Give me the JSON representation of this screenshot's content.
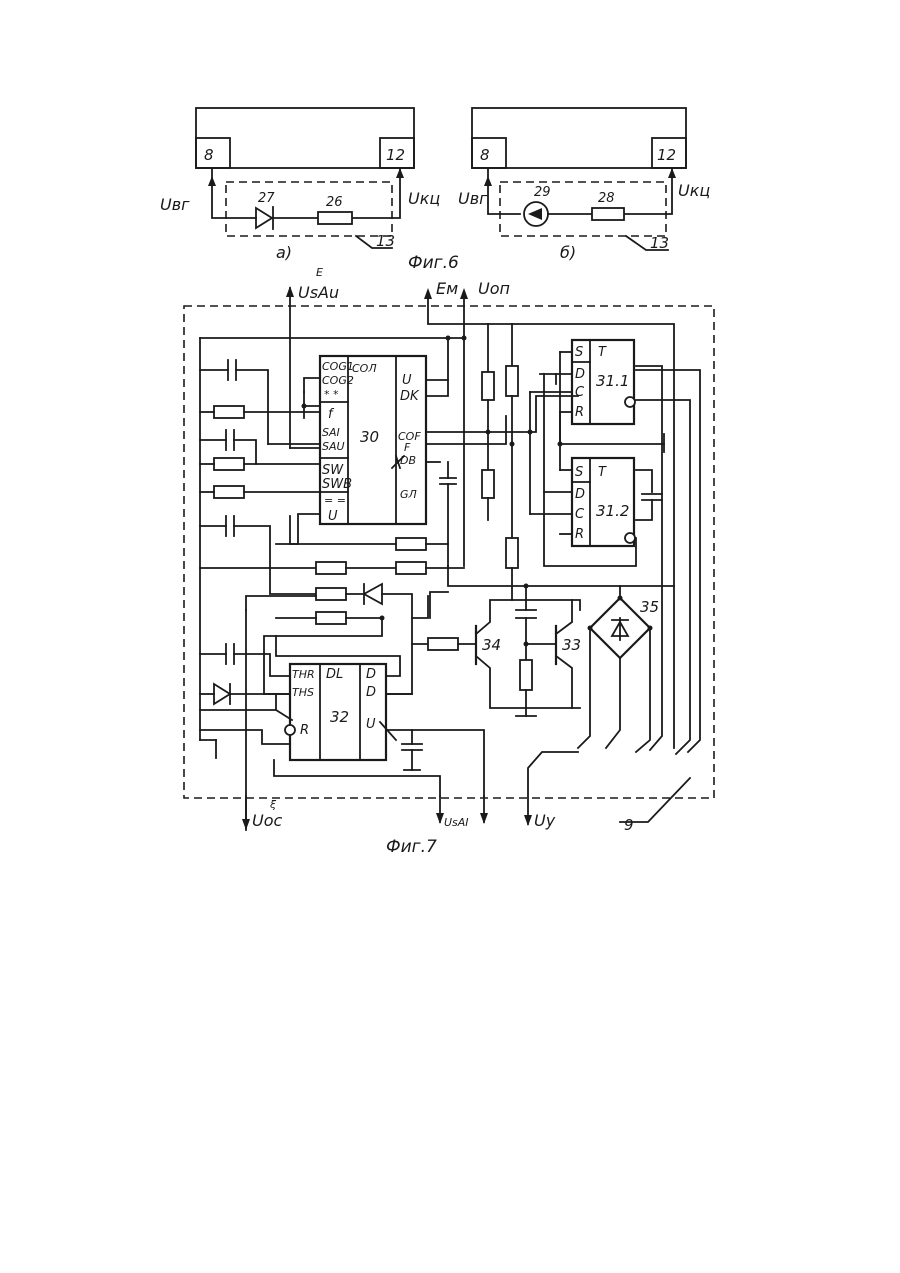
{
  "fig6": {
    "caption": "Фиг.6",
    "a": {
      "sublabel": "а)",
      "block_left": "8",
      "block_right": "12",
      "diode": "27",
      "resistor": "26",
      "ref": "13",
      "u_left": "Uвг",
      "u_right": "Uкц"
    },
    "b": {
      "sublabel": "б)",
      "block_left": "8",
      "block_right": "12",
      "source": "29",
      "resistor": "28",
      "ref": "13",
      "u_left": "Uвг",
      "u_right": "Uкц"
    }
  },
  "fig7": {
    "caption": "Фиг.7",
    "top_inputs": {
      "usau_sup": "E",
      "usau": "UsAu",
      "em": "Eм",
      "uop": "Uоп"
    },
    "bottom_outputs": {
      "uoc_sup": "ξ",
      "uoc": "Uоc",
      "usai": "UsAI",
      "uy": "Uу"
    },
    "ref": "9",
    "chip30": {
      "id": "30",
      "left_pins": [
        "COG1",
        "COG2",
        "* *",
        "f",
        "SAI",
        "SAU",
        "SW",
        "SWB",
        "= =",
        "U"
      ],
      "right_pins": [
        "U",
        "DK",
        "COF",
        "DB",
        "GЛ"
      ],
      "header": "COЛ",
      "right_sup": "F"
    },
    "chip31_1": {
      "id": "31.1",
      "pins": [
        "S",
        "D",
        "C",
        "R"
      ],
      "type": "T"
    },
    "chip31_2": {
      "id": "31.2",
      "pins": [
        "S",
        "D",
        "C",
        "R"
      ],
      "type": "T"
    },
    "chip32": {
      "id": "32",
      "header": "DL",
      "left_pins": [
        "THR",
        "THS",
        "R"
      ],
      "right_pins": [
        "D",
        "D",
        "U"
      ]
    },
    "transistors": [
      "34",
      "33"
    ],
    "bridge": "35"
  }
}
